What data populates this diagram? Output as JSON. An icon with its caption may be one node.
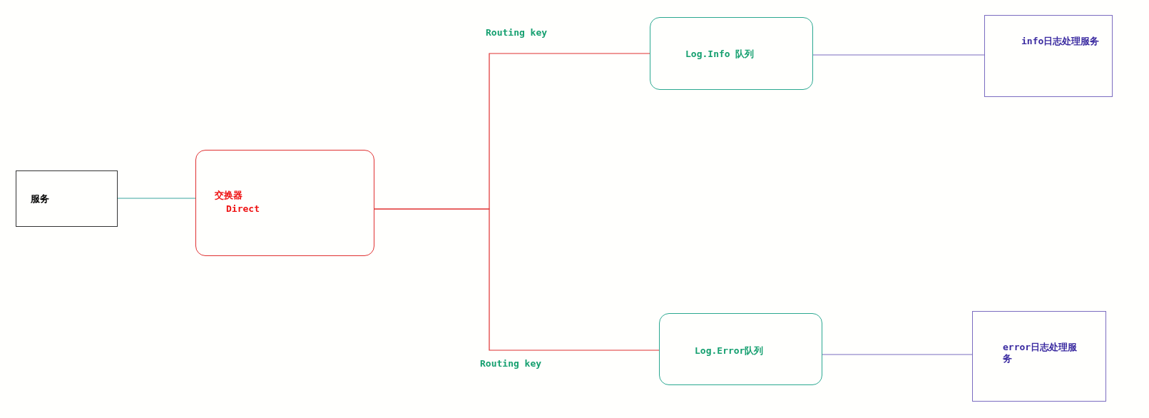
{
  "diagram": {
    "nodes": [
      {
        "text": [
          "服务"
        ]
      },
      {
        "text": [
          "交换器",
          "Direct"
        ]
      },
      {
        "text": [
          "Log.Info 队列"
        ]
      },
      {
        "text": [
          "info日志处理服务"
        ]
      },
      {
        "text": [
          "Log.Error队列"
        ]
      },
      {
        "text": [
          "error日志处理服务"
        ]
      }
    ],
    "edges": [
      {
        "from": 0,
        "to": 1,
        "arrow": "none",
        "color": "#3aa6a0"
      },
      {
        "from": 1,
        "to": 2,
        "arrow": "none",
        "color": "#e03030"
      },
      {
        "from": 1,
        "to": 4,
        "arrow": "none",
        "color": "#e03030"
      },
      {
        "from": 2,
        "to": 3,
        "arrow": "none",
        "color": "#7b6cc0"
      },
      {
        "from": 4,
        "to": 5,
        "arrow": "none",
        "color": "#7b6cc0"
      }
    ],
    "labels": [
      "Routing key",
      "Routing key"
    ]
  }
}
